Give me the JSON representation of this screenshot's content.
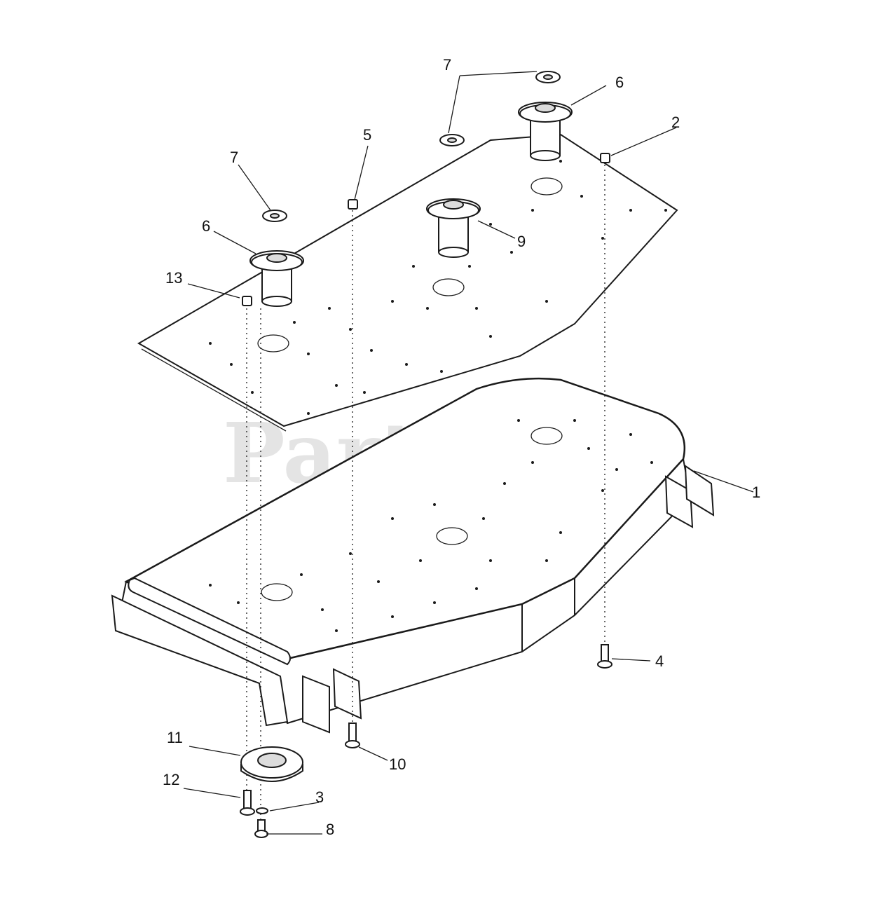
{
  "watermark": {
    "text": "PartsTree",
    "tm": "™"
  },
  "callouts": {
    "c1": "1",
    "c2": "2",
    "c3": "3",
    "c4": "4",
    "c5": "5",
    "c6a": "6",
    "c6b": "6",
    "c7a": "7",
    "c7b": "7",
    "c8": "8",
    "c9": "9",
    "c10": "10",
    "c11": "11",
    "c12": "12",
    "c13": "13"
  }
}
